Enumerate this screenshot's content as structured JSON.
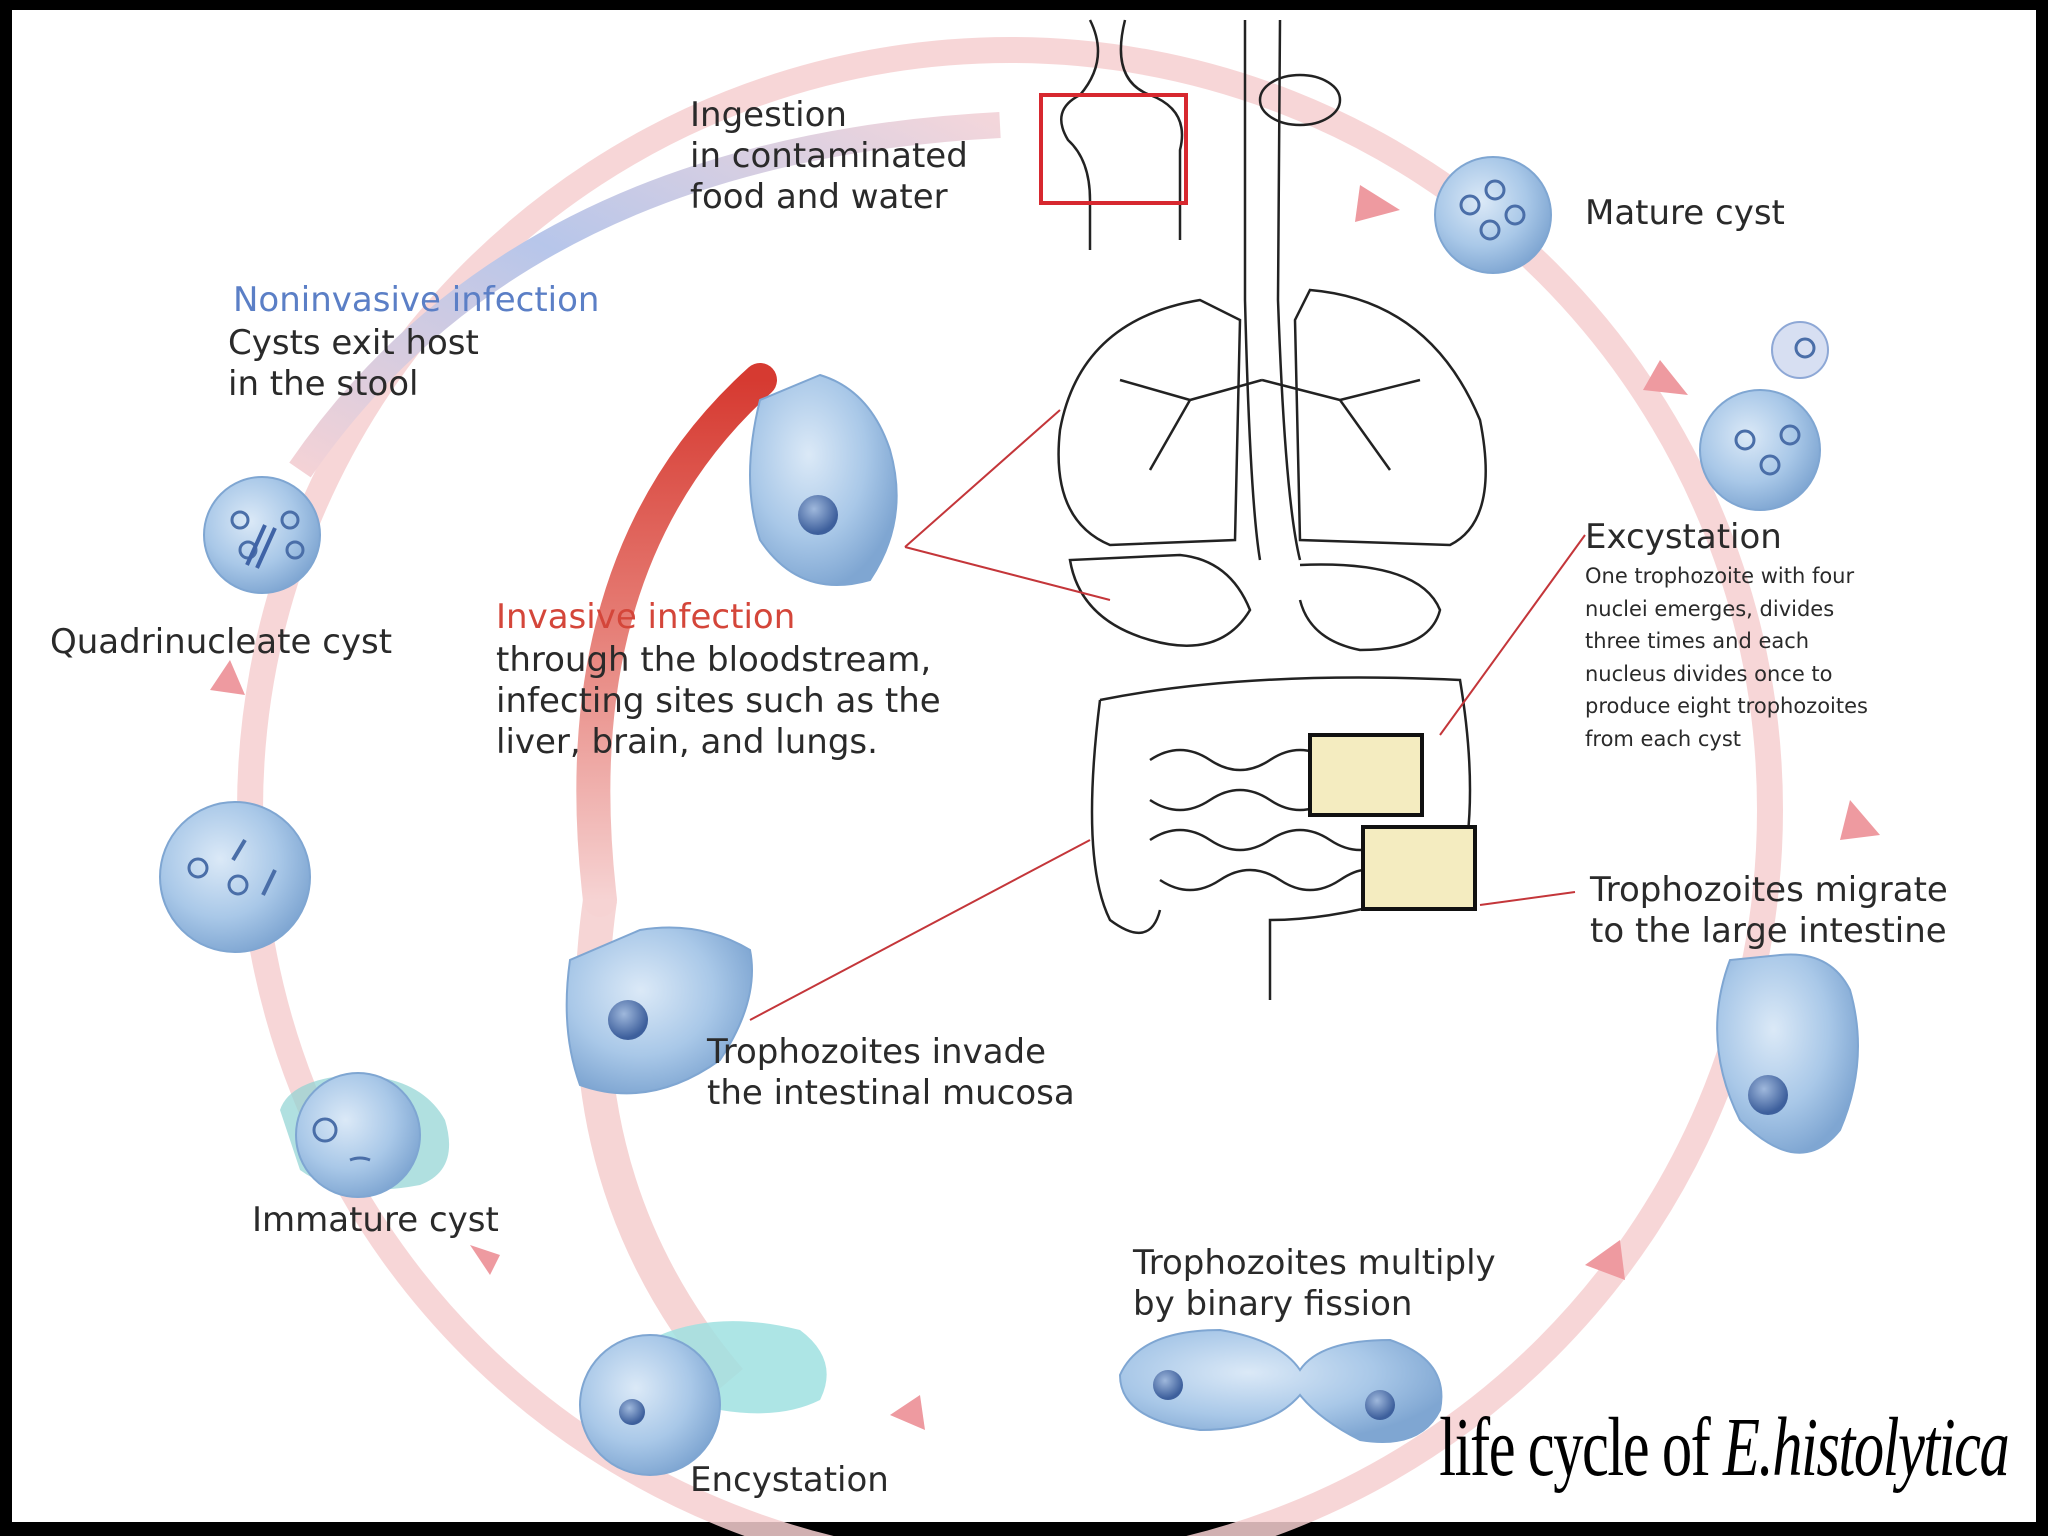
{
  "diagram": {
    "labels": {
      "ingestion": "Ingestion\nin contaminated\nfood and water",
      "mature_cyst": "Mature cyst",
      "excystation_title": "Excystation",
      "excystation_desc": "One trophozoite with four\nnuclei emerges, divides\nthree times and each\nnucleus divides once to\nproduce eight trophozoites\nfrom each cyst",
      "migrate": "Trophozoites  migrate\nto the large intestine",
      "multiply": "Trophozoites multiply\nby binary fission",
      "encystation": "Encystation",
      "immature_cyst": "Immature cyst",
      "quadrinucleate": "Quadrinucleate cyst",
      "noninvasive_title": "Noninvasive infection",
      "noninvasive_desc": "Cysts exit host\nin the stool",
      "invasive_title": "Invasive infection",
      "invasive_desc": "through the bloodstream,\ninfecting sites such as the\nliver, brain, and lungs.",
      "invade": "Trophozoites invade\nthe intestinal mucosa"
    },
    "caption_prefix": "life cycle of ",
    "caption_species": "E.histolytica",
    "colors": {
      "cycle_ring": "#f6cfd0",
      "invasive": "#d9433a",
      "noninvasive": "#a9bbe6",
      "cell_fill": "#a9c8e8",
      "highlight_box": "#d7282f"
    }
  }
}
